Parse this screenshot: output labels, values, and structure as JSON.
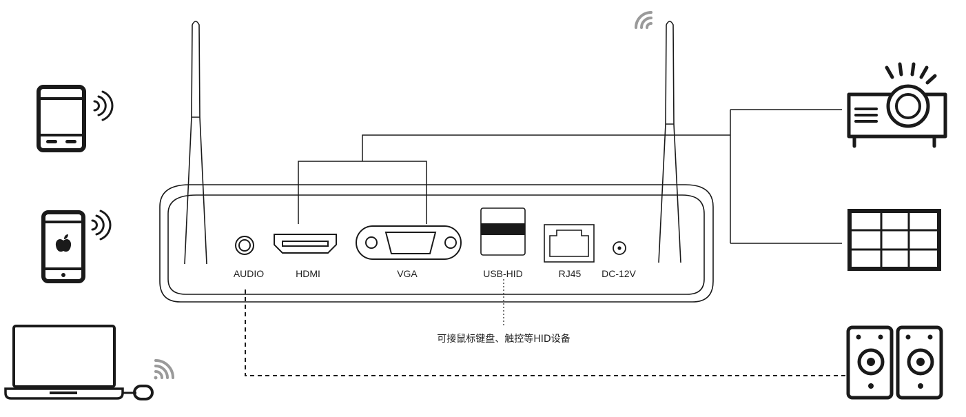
{
  "device": {
    "ports": {
      "audio": "AUDIO",
      "hdmi": "HDMI",
      "vga": "VGA",
      "usb_hid": "USB-HID",
      "rj45": "RJ45",
      "dc": "DC-12V"
    },
    "usb_note": "可接鼠标键盘、触控等HID设备"
  },
  "icons": {
    "left": [
      "android-phone-icon",
      "iphone-icon",
      "laptop-icon",
      "wireless-dongle-icon"
    ],
    "right": [
      "projector-icon",
      "video-wall-icon",
      "speakers-icon"
    ],
    "top": [
      "wifi-signal-icon"
    ]
  },
  "colors": {
    "stroke": "#1a1a1a",
    "icon_gray": "#9a9a9a",
    "background": "#ffffff"
  }
}
